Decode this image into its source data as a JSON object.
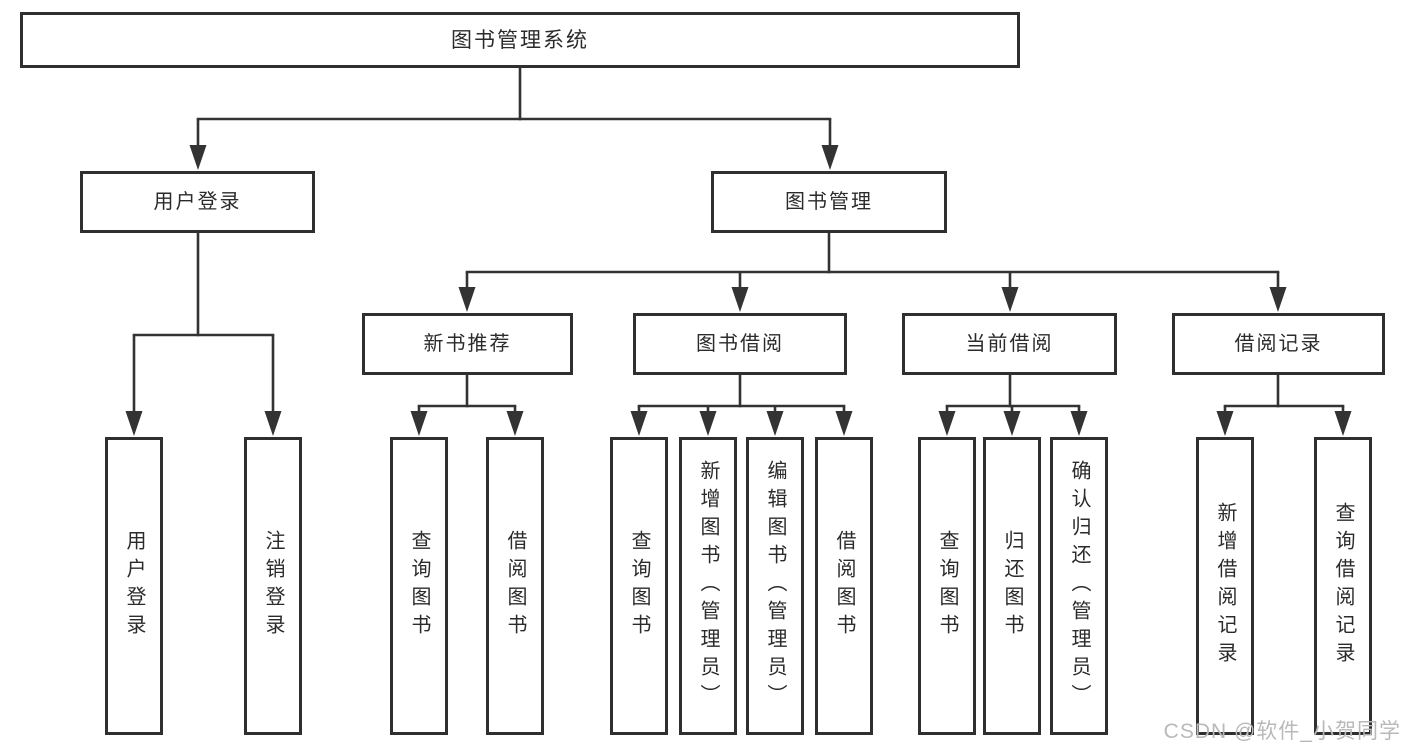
{
  "diagram": {
    "type": "hierarchy-tree",
    "root": {
      "label": "图书管理系统"
    },
    "level2": [
      {
        "id": "user-login",
        "label": "用户登录"
      },
      {
        "id": "book-management",
        "label": "图书管理"
      }
    ],
    "level3": [
      {
        "id": "new-book-recommend",
        "label": "新书推荐",
        "parent": "book-management"
      },
      {
        "id": "book-borrow",
        "label": "图书借阅",
        "parent": "book-management"
      },
      {
        "id": "current-borrow",
        "label": "当前借阅",
        "parent": "book-management"
      },
      {
        "id": "borrow-record",
        "label": "借阅记录",
        "parent": "book-management"
      }
    ],
    "level4": {
      "user_login_children": [
        {
          "label": "用户登录"
        },
        {
          "label": "注销登录"
        }
      ],
      "new_book_children": [
        {
          "label": "查询图书"
        },
        {
          "label": "借阅图书"
        }
      ],
      "book_borrow_children": [
        {
          "label": "查询图书"
        },
        {
          "label": "新增图书（管理员）"
        },
        {
          "label": "编辑图书（管理员）"
        },
        {
          "label": "借阅图书"
        }
      ],
      "current_borrow_children": [
        {
          "label": "查询图书"
        },
        {
          "label": "归还图书"
        },
        {
          "label": "确认归还（管理员）"
        }
      ],
      "borrow_record_children": [
        {
          "label": "新增借阅记录"
        },
        {
          "label": "查询借阅记录"
        }
      ]
    }
  },
  "watermark": {
    "text": "CSDN @软件_小贺同学"
  },
  "colors": {
    "line": "#333333",
    "box_border": "#2f2f2f",
    "box_background": "#ffffff",
    "text": "#2b2b2b",
    "watermark": "#b9b9b9",
    "page_background": "#ffffff"
  }
}
